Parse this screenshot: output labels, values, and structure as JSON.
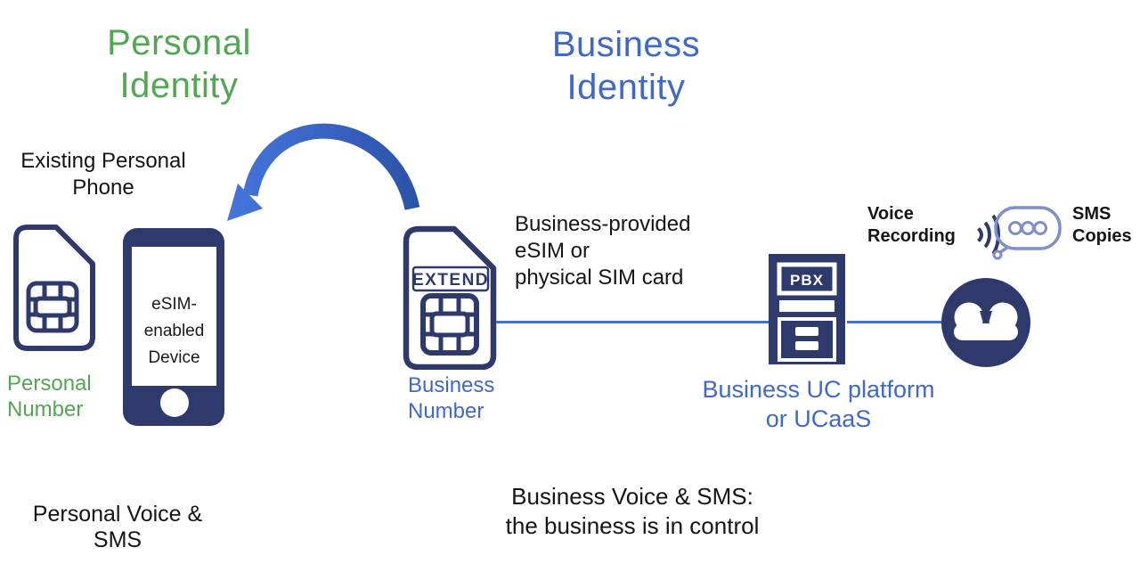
{
  "colors": {
    "navy": "#2e3a6b",
    "green": "#53a653",
    "blue_text": "#3f68c7",
    "line_blue": "#4472c4",
    "arrow_light": "#4677dd",
    "arrow_dark": "#2b52a8",
    "bubble": "#7e8fc9"
  },
  "headings": {
    "personal": "Personal\nIdentity",
    "business": "Business\nIdentity"
  },
  "left": {
    "device_label": "Existing Personal\nPhone",
    "sim_label": "Personal\nNumber",
    "phone_screen": "eSIM-\nenabled\nDevice",
    "bottom_caption": "Personal Voice & SMS"
  },
  "center": {
    "sim_brand": "EXTEND",
    "sim_label": "Business\nNumber",
    "provision_note": "Business-provided\neSIM or\nphysical SIM card"
  },
  "right": {
    "pbx_label": "PBX",
    "platform_label": "Business UC platform\nor UCaaS",
    "voice_recording_label": "Voice\nRecording",
    "sms_copies_label": "SMS\nCopies",
    "bottom_caption": "Business Voice & SMS:\nthe business is in control"
  },
  "icons": {
    "personal_sim": "sim-card-icon",
    "business_sim": "sim-card-extend-icon",
    "phone": "smartphone-icon",
    "arrow": "curved-transfer-arrow-icon",
    "pbx": "pbx-server-icon",
    "recorder": "voicemail-reel-icon",
    "sound_wave": "sound-wave-icon",
    "sms_bubble": "speech-bubble-icon"
  }
}
